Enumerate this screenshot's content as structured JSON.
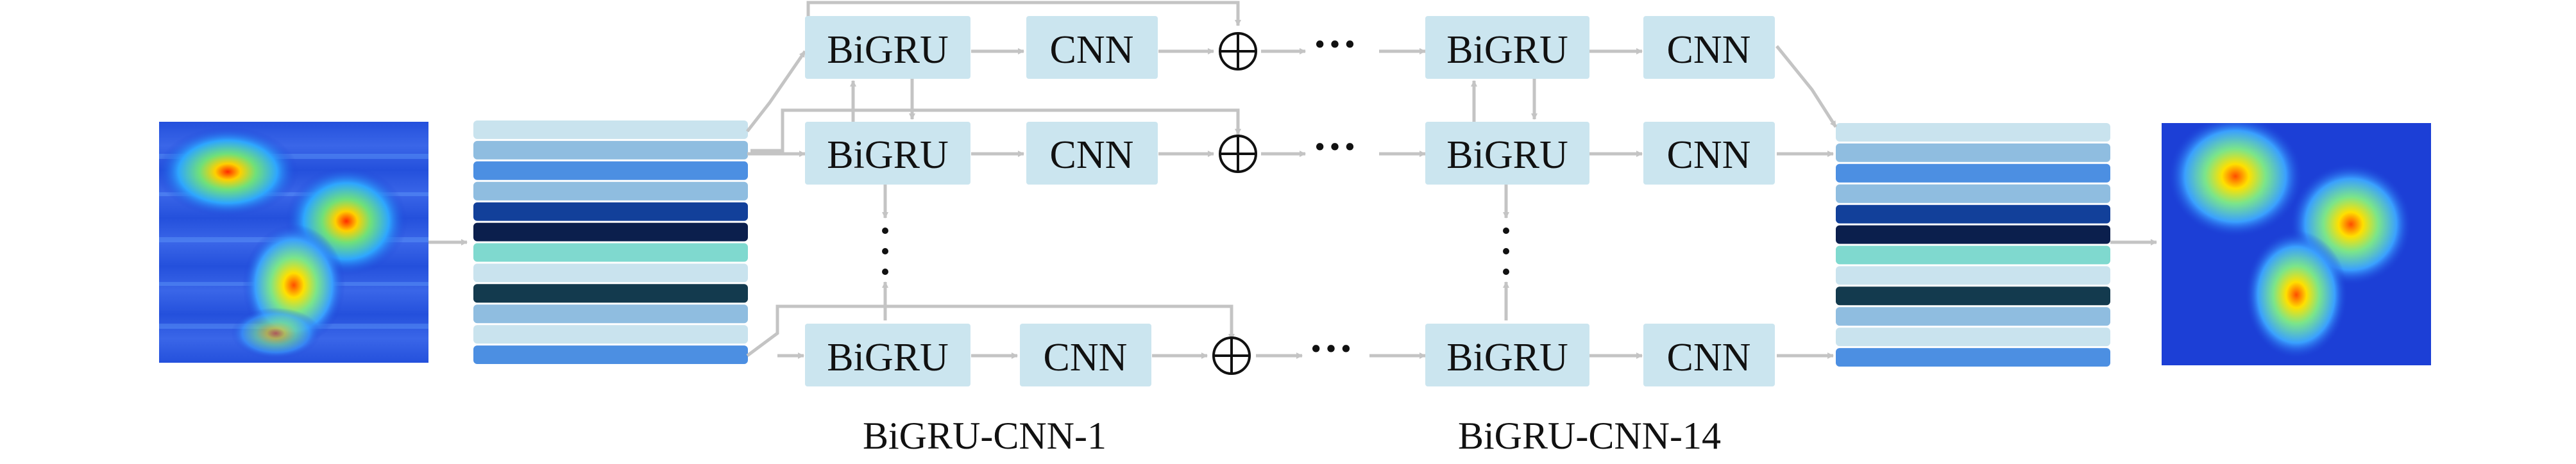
{
  "diagram": {
    "block_labels": {
      "bigru": "BiGRU",
      "cnn": "CNN"
    },
    "ellipsis": "···",
    "captions": {
      "first_stage": "BiGRU-CNN-1",
      "last_stage": "BiGRU-CNN-14"
    },
    "colors": {
      "block_fill": "#cbe5ef",
      "connector": "#c4c4c4",
      "heatmap_base": "#1c3fd6",
      "hot_spot": "#ff2a00"
    },
    "feature_stripe_colors": [
      "#c9e3ee",
      "#8fbde0",
      "#4c8fe2",
      "#8fbde0",
      "#12409a",
      "#0b1f4d",
      "#7fd9cf",
      "#c9e3ee",
      "#133a4e",
      "#8fbde0",
      "#c9e3ee",
      "#4c8fe2"
    ],
    "icons": {
      "sum": "circled-plus-icon",
      "input": "noisy-heatmap-image",
      "output": "denoised-heatmap-image"
    }
  }
}
